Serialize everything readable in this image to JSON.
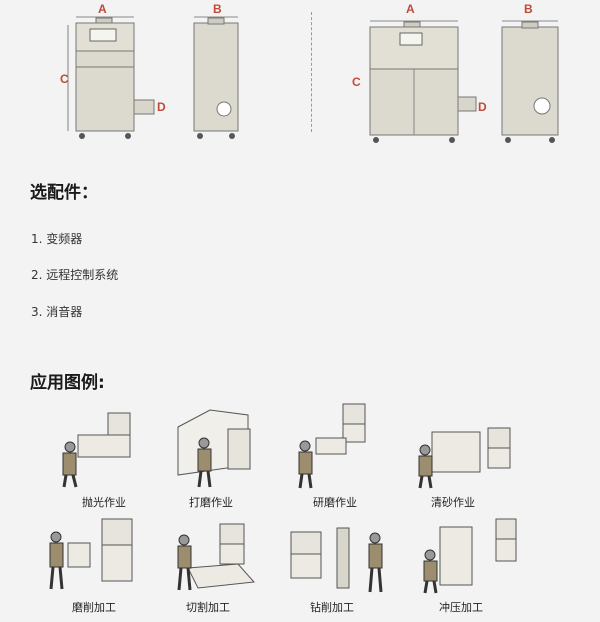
{
  "dimensions": {
    "a": "A",
    "b": "B",
    "c": "C",
    "d": "D"
  },
  "accessories": {
    "title": "选配件：",
    "items": [
      "1. 变频器",
      "2. 远程控制系统",
      "3. 消音器"
    ]
  },
  "applications": {
    "title": "应用图例:",
    "captions": [
      "抛光作业",
      "打磨作业",
      "研磨作业",
      "清砂作业",
      "磨削加工",
      "切割加工",
      "钻削加工",
      "冲压加工"
    ]
  },
  "colors": {
    "dimension_label": "#c04a3a",
    "cabinet": "#dcd9ce"
  }
}
